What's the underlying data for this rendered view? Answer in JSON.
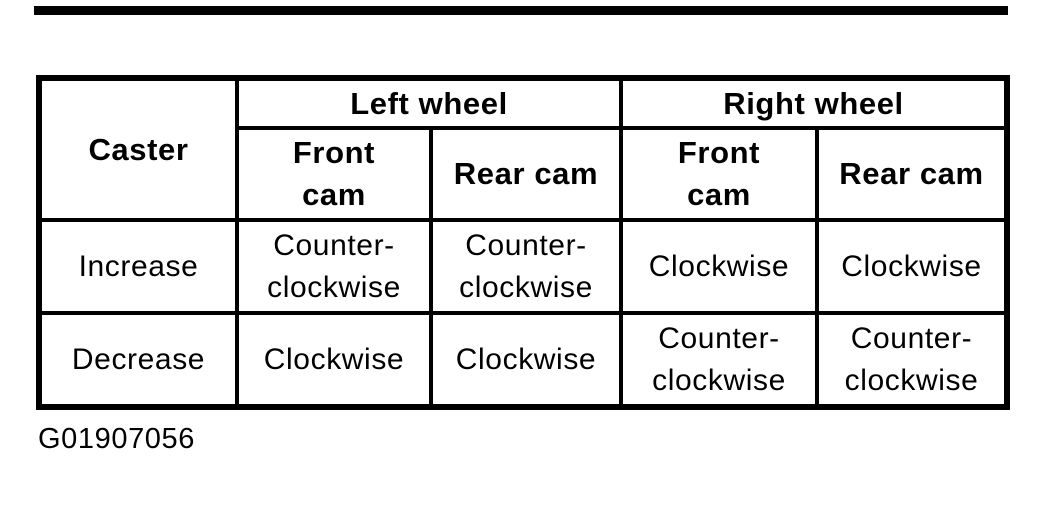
{
  "colors": {
    "ink": "#000000",
    "paper": "#ffffff"
  },
  "figure": {
    "caption": "G01907056"
  },
  "table": {
    "corner_header": "Caster",
    "group_headers": [
      {
        "label": "Left wheel"
      },
      {
        "label": "Right wheel"
      }
    ],
    "sub_headers": [
      {
        "label": "Front\ncam"
      },
      {
        "label": "Rear cam"
      },
      {
        "label": "Front\ncam"
      },
      {
        "label": "Rear cam"
      }
    ],
    "rows": [
      {
        "label": "Increase",
        "values": [
          "Counter-\nclockwise",
          "Counter-\nclockwise",
          "Clockwise",
          "Clockwise"
        ]
      },
      {
        "label": "Decrease",
        "values": [
          "Clockwise",
          "Clockwise",
          "Counter-\nclockwise",
          "Counter-\nclockwise"
        ]
      }
    ]
  }
}
